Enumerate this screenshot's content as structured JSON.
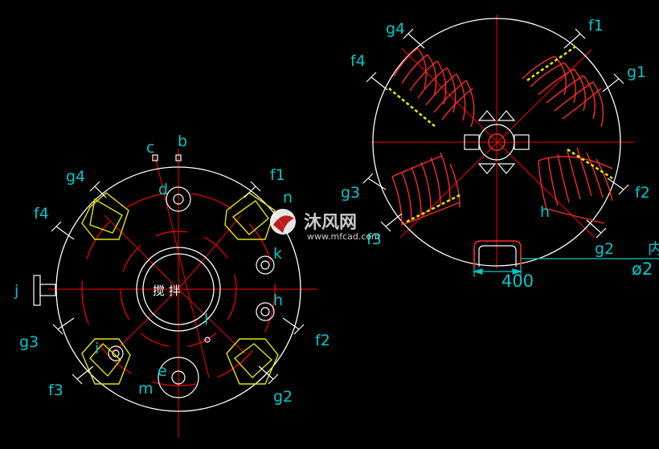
{
  "left_view": {
    "labels": {
      "b": "b",
      "c": "c",
      "d": "d",
      "e": "e",
      "f1": "f1",
      "f2": "f2",
      "f3": "f3",
      "f4": "f4",
      "g2": "g2",
      "g3": "g3",
      "g4": "g4",
      "h": "h",
      "i": "i",
      "j": "j",
      "k": "k",
      "l": "l",
      "m": "m",
      "n": "n"
    },
    "center_text": "搅 拌"
  },
  "right_view": {
    "labels": {
      "f1": "f1",
      "f2": "f2",
      "f3": "f3",
      "f4": "f4",
      "g1": "g1",
      "g2": "g2",
      "g3": "g3",
      "g4": "g4",
      "h": "h"
    },
    "dimension": "400",
    "side_note_1": "内",
    "side_note_2": "ø2"
  },
  "watermark": {
    "text": "沐风网",
    "url": "www.mfcad.com"
  },
  "colors": {
    "background": "#000000",
    "outline": "#ffffff",
    "centerline": "#ff0000",
    "coil_red": "#ff2a2a",
    "yellow": "#e6e600",
    "label": "#00c8c8",
    "dimension": "#00c8c8"
  }
}
